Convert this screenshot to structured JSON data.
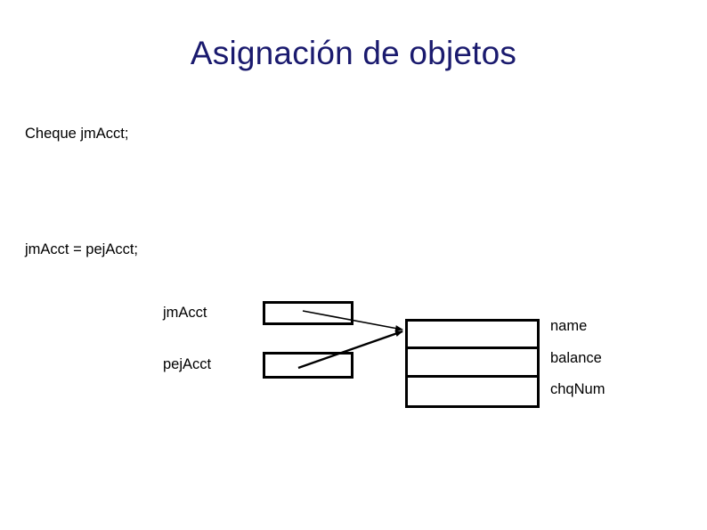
{
  "slide": {
    "title": "Asignación de objetos",
    "title_color": "#1a1a6e",
    "background_color": "#ffffff",
    "text_color": "#000000"
  },
  "code": {
    "declaration": "Cheque jmAcct;",
    "assignment": "jmAcct = pejAcct;"
  },
  "diagram": {
    "variables": [
      {
        "label": "jmAcct"
      },
      {
        "label": "pejAcct"
      }
    ],
    "object_fields": [
      {
        "label": "name"
      },
      {
        "label": "balance"
      },
      {
        "label": "chqNum"
      }
    ],
    "arrows": [
      {
        "from": "jmAcct",
        "to": "object-name-cell"
      },
      {
        "from": "pejAcct",
        "to": "object-name-cell"
      }
    ]
  }
}
